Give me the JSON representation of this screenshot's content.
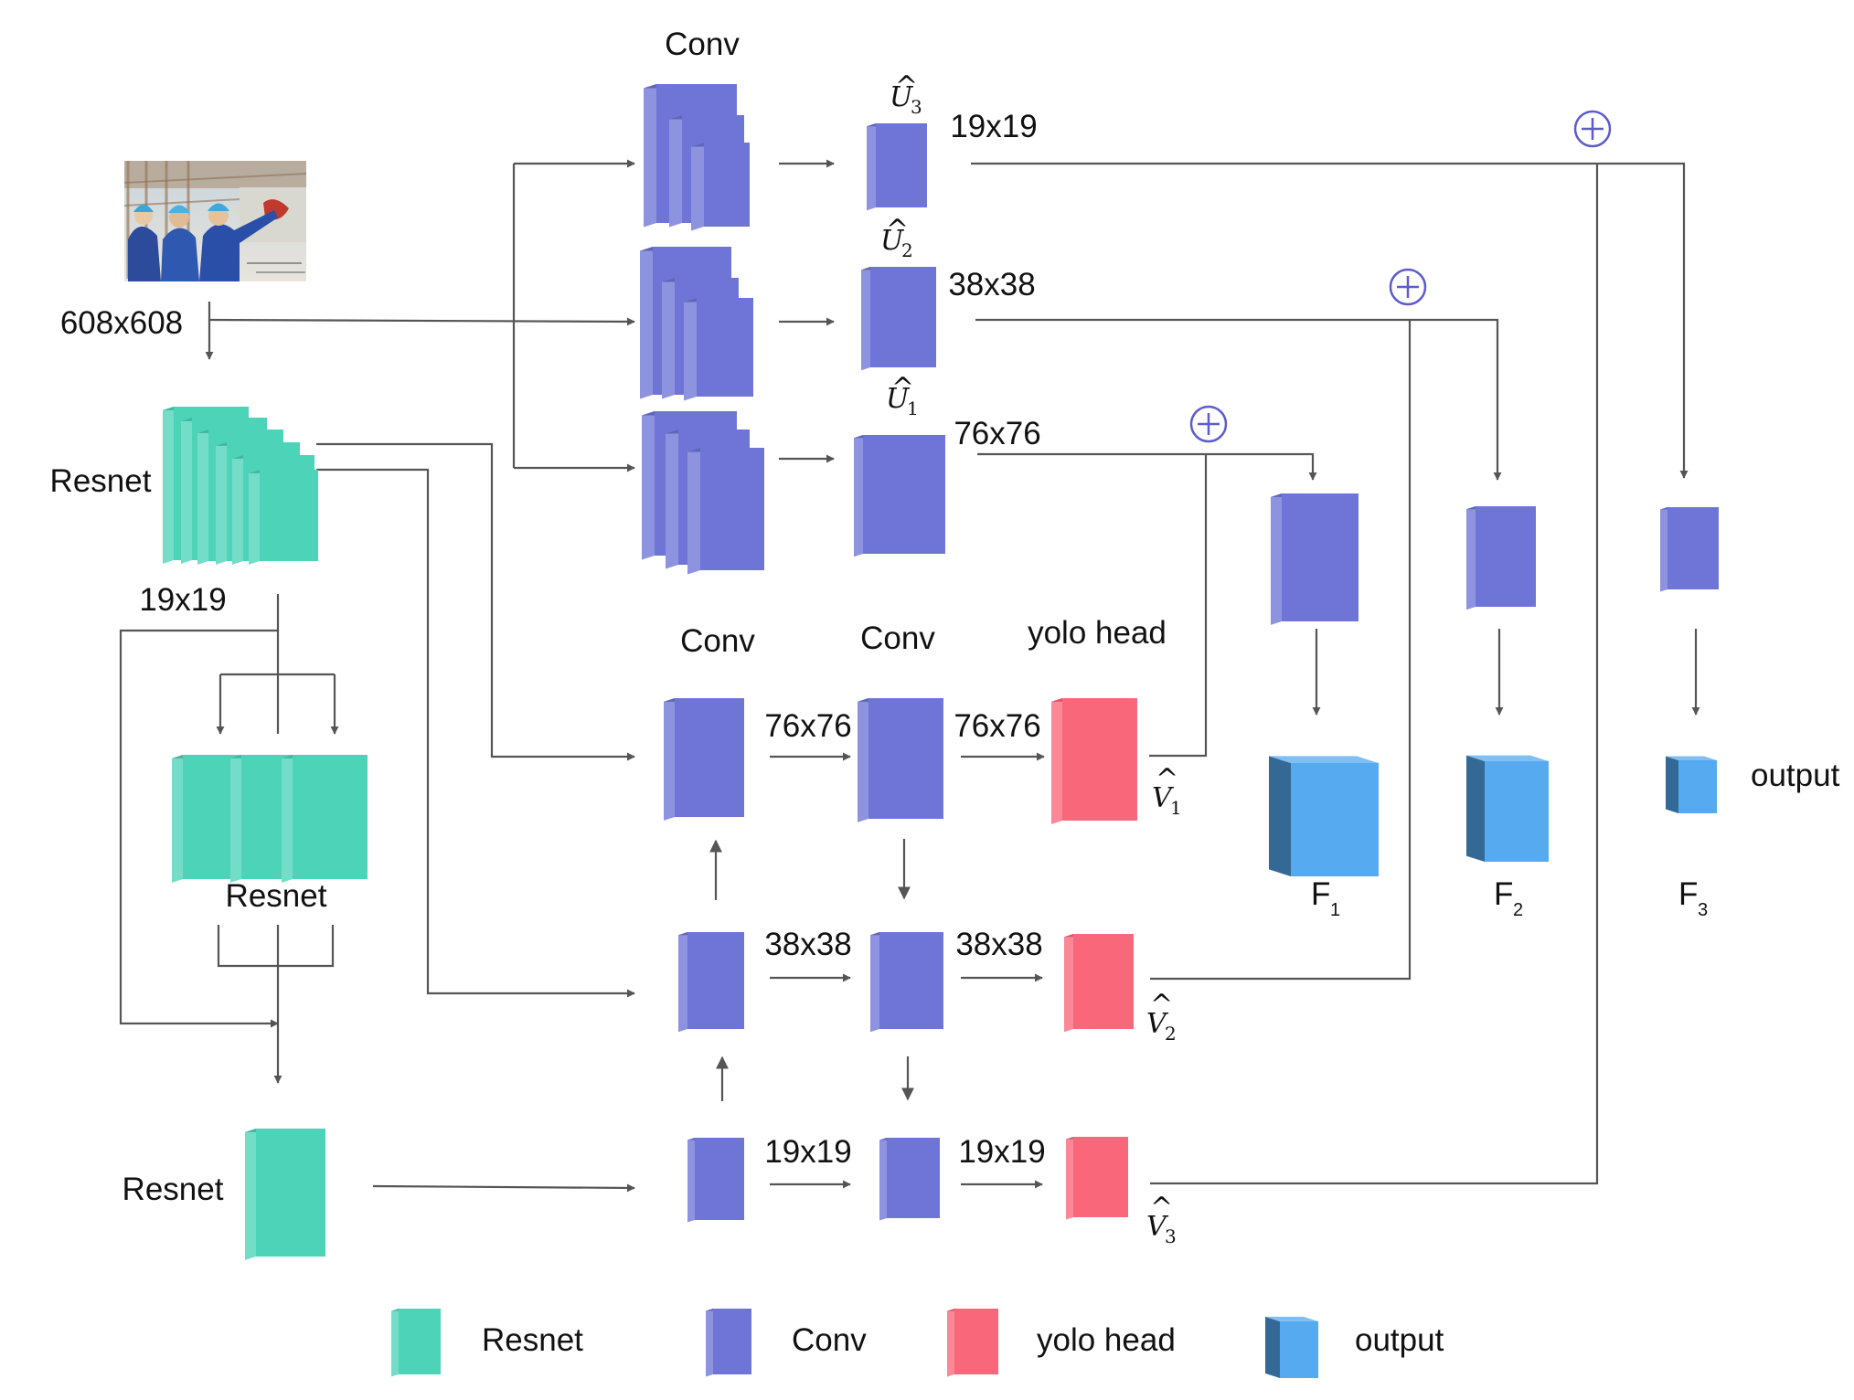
{
  "colors": {
    "resnet": "#4dd4b8",
    "conv": "#6e75d6",
    "yolo_head": "#f9677a",
    "output": "#55aaf0",
    "arrow": "#555555",
    "add_symbol": "#5c5ccc"
  },
  "input": {
    "image_icon": "photo-workers-icon",
    "size_label": "608x608"
  },
  "backbone": {
    "resnet_top_label": "Resnet",
    "resnet_top_size": "19x19",
    "resnet_middle_label": "Resnet",
    "resnet_bottom_label": "Resnet"
  },
  "top_branch": {
    "conv_label": "Conv",
    "u3": {
      "main": "U",
      "hat": "^",
      "sub": "3",
      "size": "19x19"
    },
    "u2": {
      "main": "U",
      "hat": "^",
      "sub": "2",
      "size": "38x38"
    },
    "u1": {
      "main": "U",
      "hat": "^",
      "sub": "1",
      "size": "76x76"
    }
  },
  "bottom_branch": {
    "conv_label_1": "Conv",
    "conv_label_2": "Conv",
    "yolo_label": "yolo head",
    "row1": {
      "size_a": "76x76",
      "size_b": "76x76"
    },
    "row2": {
      "size_a": "38x38",
      "size_b": "38x38"
    },
    "row3": {
      "size_a": "19x19",
      "size_b": "19x19"
    },
    "v1": {
      "main": "V",
      "hat": "^",
      "sub": "1"
    },
    "v2": {
      "main": "V",
      "hat": "^",
      "sub": "2"
    },
    "v3": {
      "main": "V",
      "hat": "^",
      "sub": "3"
    }
  },
  "fusion": {
    "add_symbol": "+"
  },
  "outputs": {
    "f1": {
      "main": "F",
      "sub": "1"
    },
    "f2": {
      "main": "F",
      "sub": "2"
    },
    "f3": {
      "main": "F",
      "sub": "3"
    },
    "output_label": "output"
  },
  "legend": {
    "resnet": "Resnet",
    "conv": "Conv",
    "yolo_head": "yolo head",
    "output": "output"
  }
}
